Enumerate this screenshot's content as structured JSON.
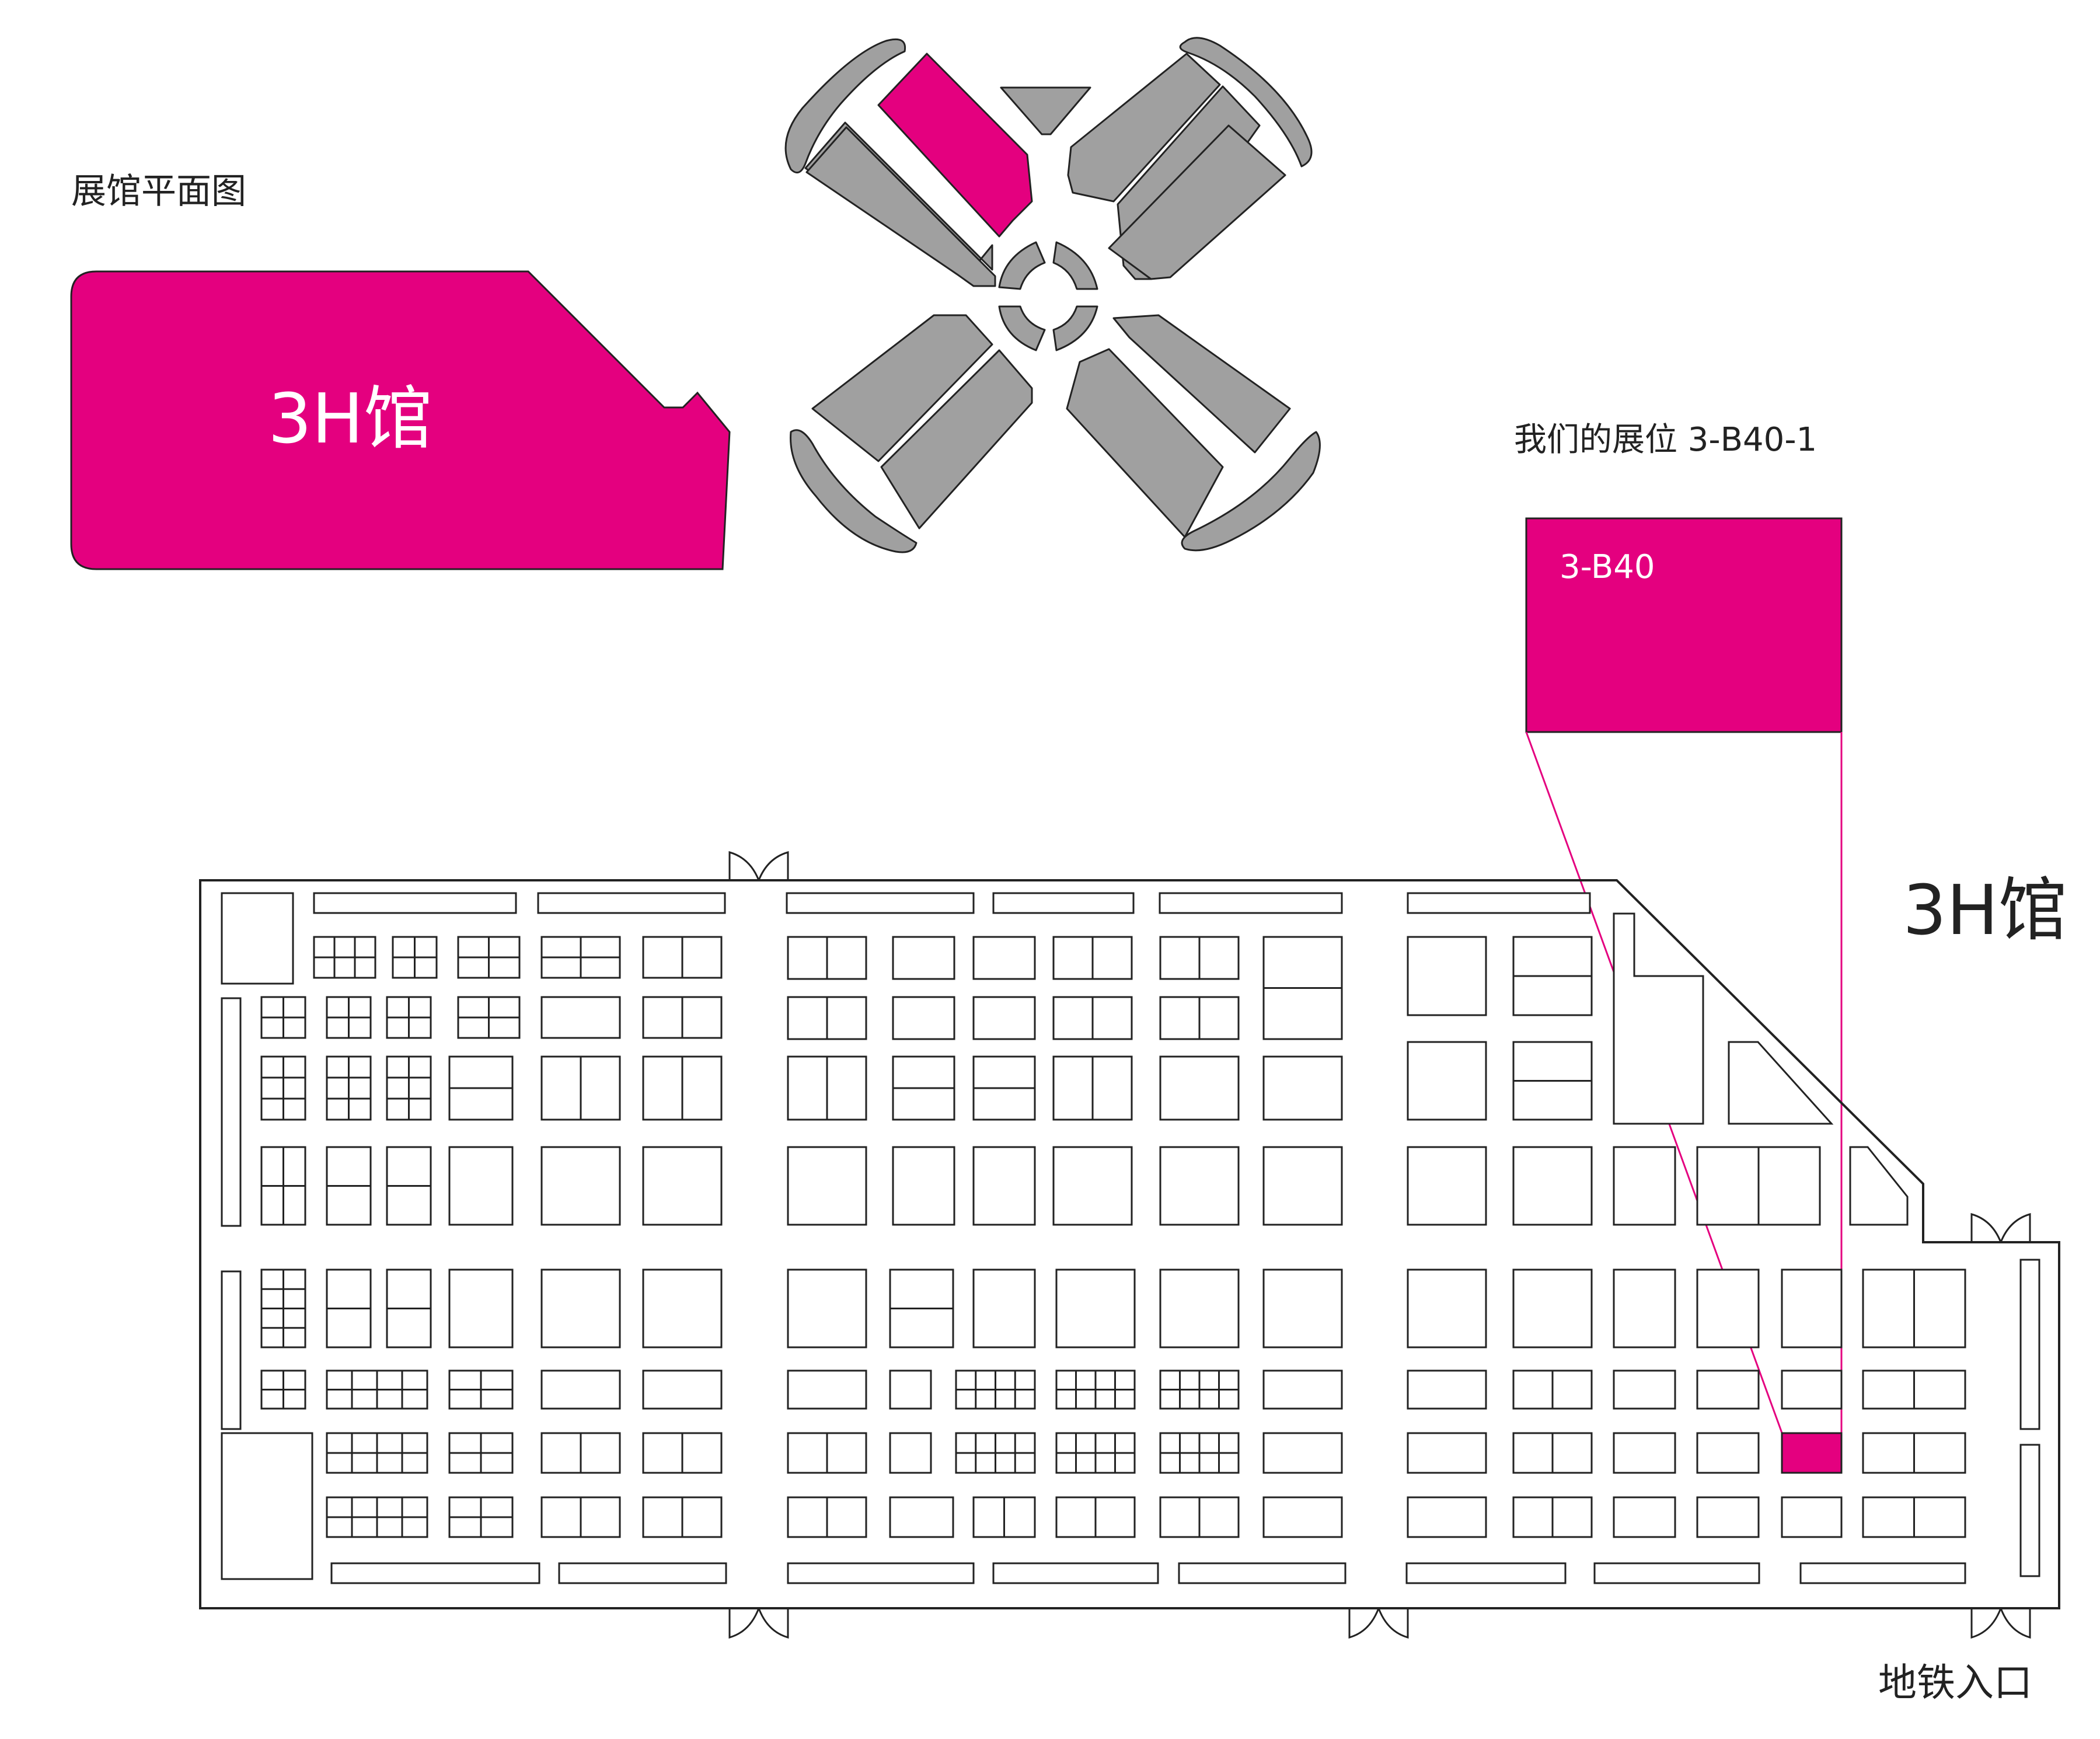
{
  "page_title": "展馆平面图",
  "hall_name": "3H馆",
  "booth_caption": "我们的展位 3-B40-1",
  "booth_zone_label": "3-B40",
  "entrance_label": "地铁入口",
  "colors": {
    "accent": "#e4007f",
    "hall_fill": "#a0a0a0",
    "outline": "#222222"
  }
}
